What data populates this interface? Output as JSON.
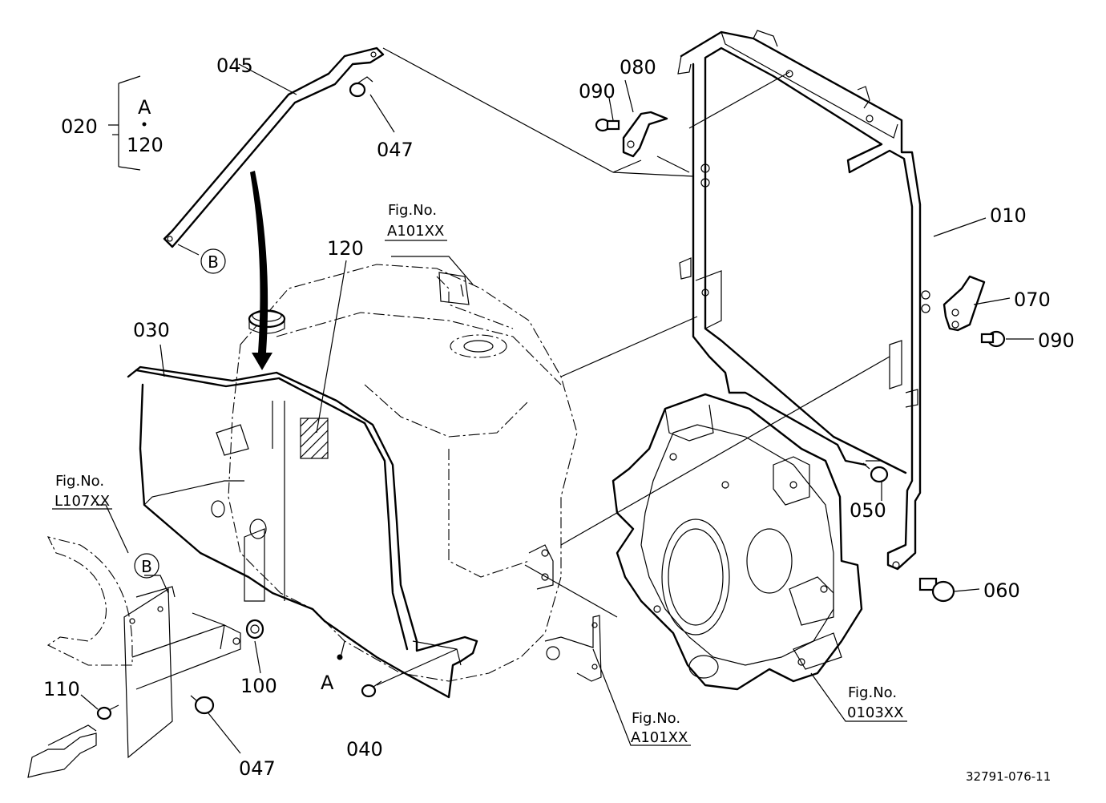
{
  "labels": {
    "p010": "010",
    "p020": "020",
    "p020_a": "A",
    "p020_120": "120",
    "p030": "030",
    "p040": "040",
    "p045": "045",
    "p047_top": "047",
    "p047_bottom": "047",
    "p050": "050",
    "p060": "060",
    "p070": "070",
    "p080": "080",
    "p090_top": "090",
    "p090_right": "090",
    "p100": "100",
    "p110": "110",
    "p120": "120",
    "ref_a": "A",
    "circle_b_upper": "B",
    "circle_b_lower": "B"
  },
  "fig_refs": {
    "fig_no": "Fig.No.",
    "a101_top": "A101XX",
    "l107": "L107XX",
    "a101_bottom": "A101XX",
    "o103": "0103XX"
  },
  "drawing_number": "32791-076-11",
  "colors": {
    "ink": "#000000",
    "paper": "#ffffff"
  }
}
